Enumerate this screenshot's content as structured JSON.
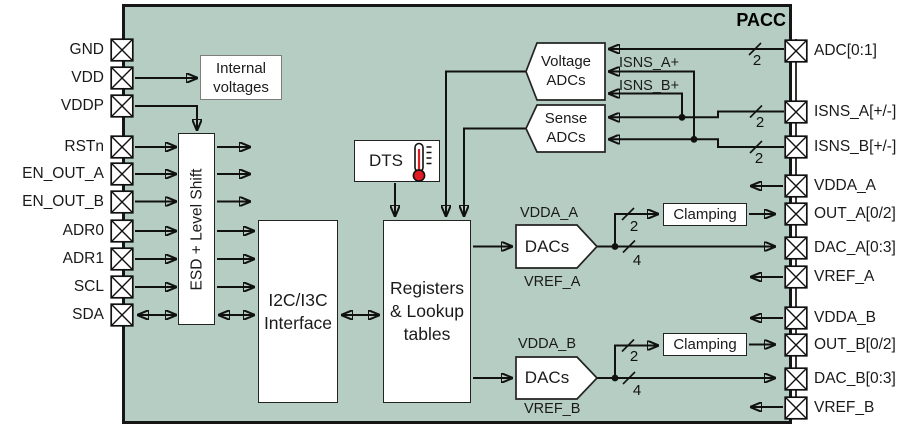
{
  "title": "PACC",
  "blocks": {
    "internal_voltages": {
      "label": "Internal\nvoltages"
    },
    "esd": {
      "label": "ESD + Level Shift"
    },
    "i2c": {
      "label": "I2C/I3C\nInterface"
    },
    "registers": {
      "label": "Registers\n& Lookup\ntables"
    },
    "dts": {
      "label": "DTS"
    },
    "voltage_adcs": {
      "label": "Voltage\nADCs"
    },
    "sense_adcs": {
      "label": "Sense\nADCs"
    },
    "dacs_a": {
      "label": "DACs"
    },
    "dacs_b": {
      "label": "DACs"
    },
    "clamping_a": {
      "label": "Clamping"
    },
    "clamping_b": {
      "label": "Clamping"
    }
  },
  "pins": {
    "left": [
      {
        "label": "GND"
      },
      {
        "label": "VDD"
      },
      {
        "label": "VDDP"
      },
      {
        "label": "RSTn"
      },
      {
        "label": "EN_OUT_A"
      },
      {
        "label": "EN_OUT_B"
      },
      {
        "label": "ADR0"
      },
      {
        "label": "ADR1"
      },
      {
        "label": "SCL"
      },
      {
        "label": "SDA"
      }
    ],
    "right": [
      {
        "label": "ADC[0:1]"
      },
      {
        "label": "ISNS_A[+/-]"
      },
      {
        "label": "ISNS_B[+/-]"
      },
      {
        "label": "VDDA_A"
      },
      {
        "label": "OUT_A[0/2]"
      },
      {
        "label": "DAC_A[0:3]"
      },
      {
        "label": "VREF_A"
      },
      {
        "label": "VDDA_B"
      },
      {
        "label": "OUT_B[0/2]"
      },
      {
        "label": "DAC_B[0:3]"
      },
      {
        "label": "VREF_B"
      }
    ]
  },
  "signals": {
    "isns_a_plus": "ISNS_A+",
    "isns_b_plus": "ISNS_B+",
    "dac_a_supply": "VDDA_A",
    "dac_a_ref": "VREF_A",
    "dac_b_supply": "VDDA_B",
    "dac_b_ref": "VREF_B"
  },
  "bus_widths": {
    "adc": "2",
    "isns_a": "2",
    "isns_b": "2",
    "out_a": "2",
    "dac_a": "4",
    "out_b": "2",
    "dac_b": "4"
  },
  "colors": {
    "chip_bg": "#b6cdc4",
    "block_bg": "#ffffff",
    "wire": "#111111",
    "thermometer_red": "#e01b24"
  }
}
